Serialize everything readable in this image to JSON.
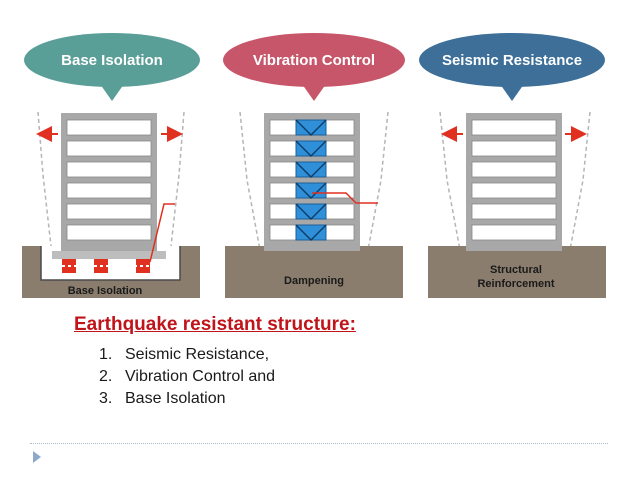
{
  "panels": [
    {
      "bubble": "Base Isolation",
      "ground_label": [
        "Base Isolation"
      ],
      "bubble_color": "#5a9e98"
    },
    {
      "bubble": "Vibration Control",
      "ground_label": [
        "Dampening"
      ],
      "bubble_color": "#c8566a"
    },
    {
      "bubble": "Seismic Resistance",
      "ground_label": [
        "Structural",
        "Reinforcement"
      ],
      "bubble_color": "#3d6f99"
    }
  ],
  "text": {
    "heading": "Earthquake resistant structure:",
    "items": [
      {
        "num": "1.",
        "label": "Seismic Resistance,"
      },
      {
        "num": "2.",
        "label": "Vibration Control and"
      },
      {
        "num": "3.",
        "label": "Base Isolation"
      }
    ]
  },
  "colors": {
    "heading": "#c0141a",
    "ground": "#8a7d6d",
    "building": "#a8a8a8",
    "arrow": "#e03020",
    "damper": "#2f8fd8"
  }
}
